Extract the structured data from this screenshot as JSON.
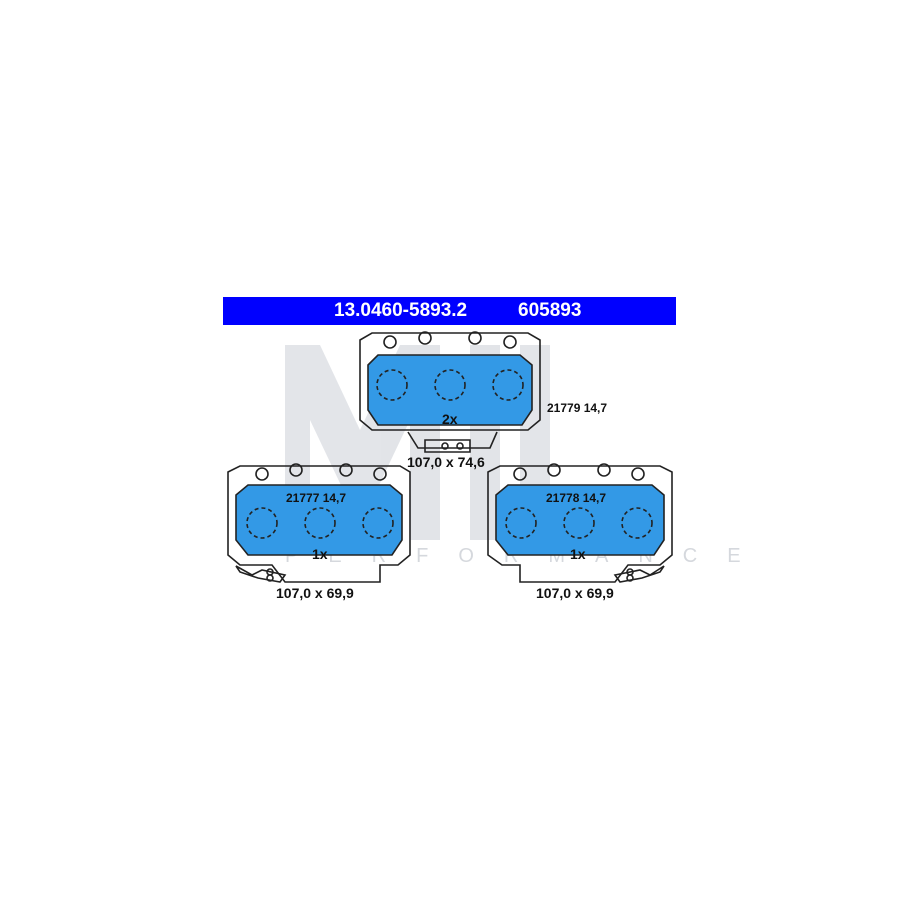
{
  "header": {
    "part_number": "13.0460-5893.2",
    "ref_number": "605893"
  },
  "colors": {
    "header_bg": "#0000ff",
    "pad_fill": "#3399e6",
    "outline": "#222222",
    "watermark": "#d6d9de"
  },
  "pads": {
    "top": {
      "code": "21779",
      "thickness": "14,7",
      "code_label": "21779 14,7",
      "quantity": "2x",
      "dimensions": "107,0 x 74,6"
    },
    "left": {
      "code": "21777",
      "thickness": "14,7",
      "code_label": "21777 14,7",
      "quantity": "1x",
      "dimensions": "107,0 x 69,9"
    },
    "right": {
      "code": "21778",
      "thickness": "14,7",
      "code_label": "21778 14,7",
      "quantity": "1x",
      "dimensions": "107,0 x 69,9"
    }
  },
  "watermark": {
    "text": "PERFORMANCE"
  }
}
